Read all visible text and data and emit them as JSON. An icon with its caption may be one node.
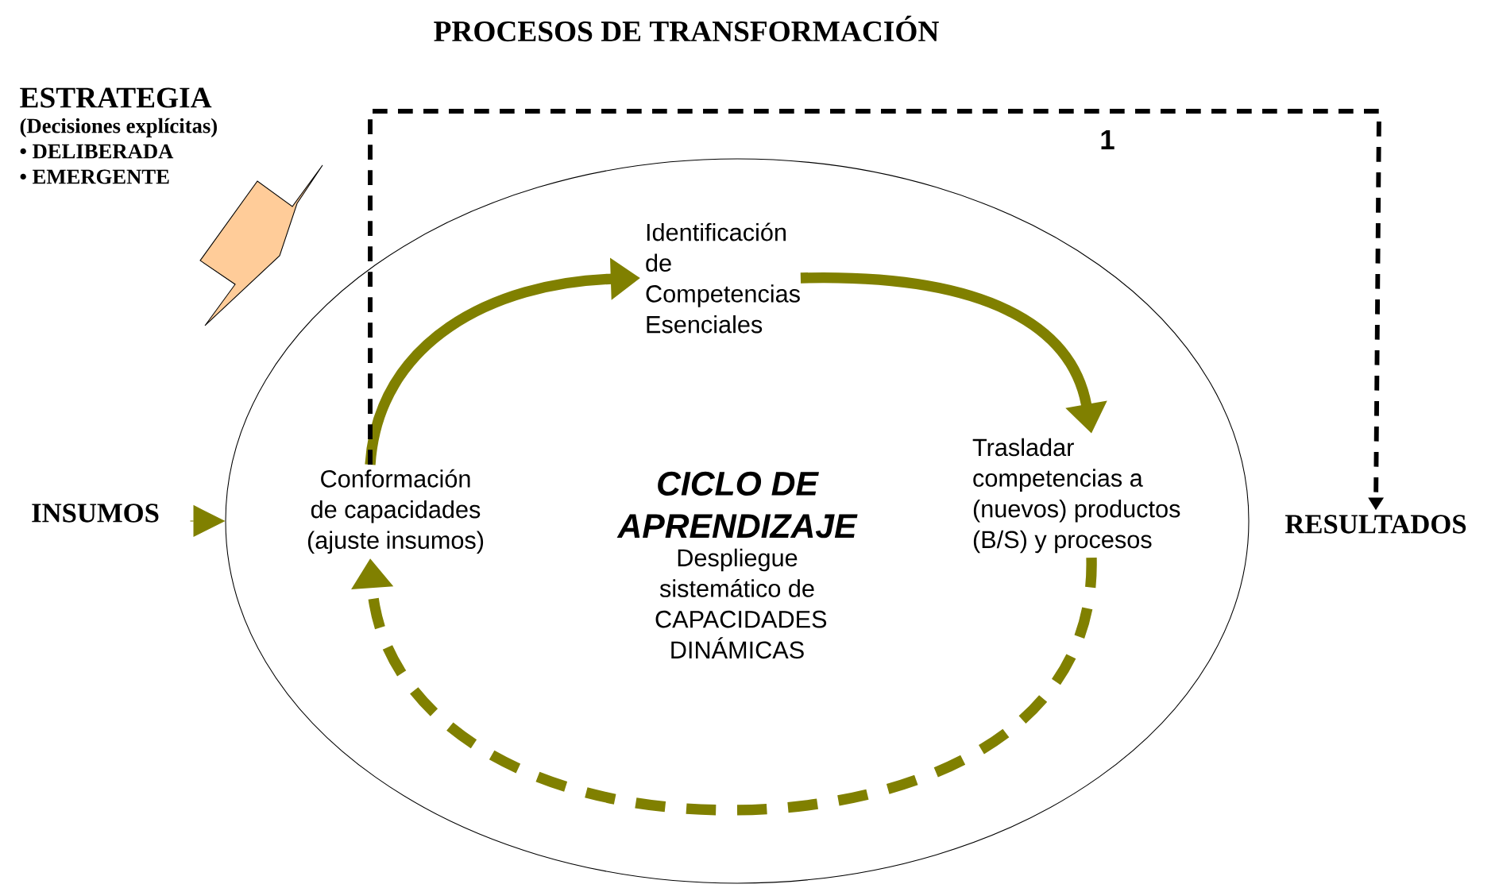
{
  "diagram": {
    "title": "PROCESOS DE TRANSFORMACIÓN",
    "nodes": [
      {
        "text": [
          "CICLO DE APRENDIZAJE",
          "Despliegue sistemático de CAPACIDADES DINÁMICAS"
        ]
      },
      {
        "text": [
          "Conformación de capacidades (ajuste insumos)"
        ],
        "in": 0
      },
      {
        "text": [
          "Identificación de Competencias Esenciales"
        ],
        "in": 0
      },
      {
        "text": [
          "Trasladar competencias a (nuevos) productos (B/S) y procesos"
        ],
        "in": 0
      },
      {
        "text": [
          "INSUMOS"
        ]
      },
      {
        "text": [
          "RESULTADOS"
        ]
      },
      {
        "text": [
          "ESTRATEGIA",
          "(Decisiones explícitas)",
          "• DELIBERADA",
          "• EMERGENTE"
        ]
      }
    ],
    "edges": [
      {
        "from": 1,
        "to": 2,
        "arrow": "to"
      },
      {
        "from": 2,
        "to": 3,
        "arrow": "to"
      },
      {
        "from": 3,
        "to": 1,
        "arrow": "to",
        "style": "dashed"
      },
      {
        "from": 1,
        "to": 5,
        "arrow": "to",
        "style": "dashed",
        "color": "#000000",
        "label": "1"
      },
      {
        "from": 4,
        "to": 0,
        "arrow": "to"
      }
    ]
  }
}
